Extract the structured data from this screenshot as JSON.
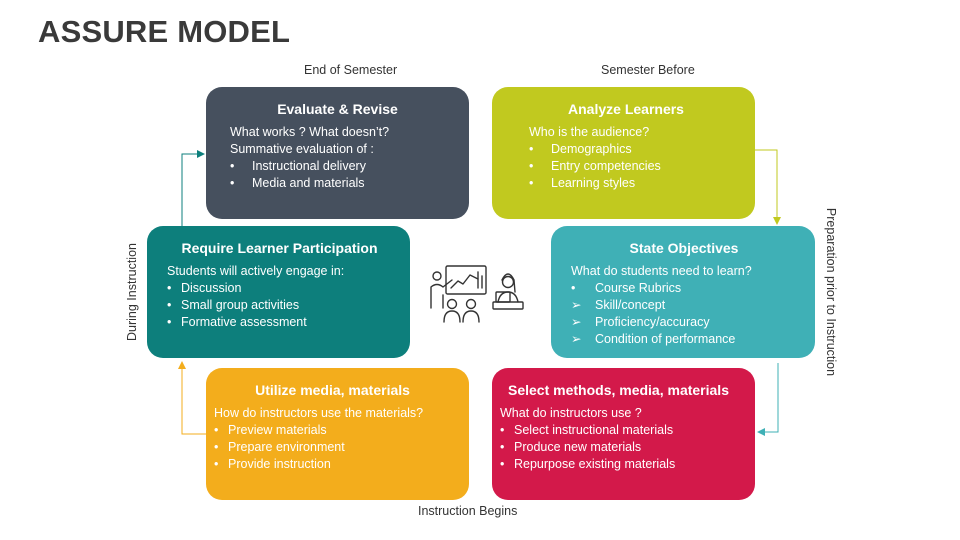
{
  "title": "ASSURE MODEL",
  "captions": {
    "top_left": "End of Semester",
    "top_right": "Semester Before",
    "bottom": "Instruction Begins",
    "left": "During Instruction",
    "right": "Preparation prior to  Instruction"
  },
  "boxes": {
    "evaluate": {
      "title": "Evaluate & Revise",
      "lines": [
        "What works ? What doesn’t?",
        "Summative evaluation of :"
      ],
      "items": [
        "Instructional delivery",
        "Media and materials"
      ],
      "color": "#46505e"
    },
    "analyze": {
      "title": "Analyze Learners",
      "lines": [
        "Who is the audience?"
      ],
      "items": [
        "Demographics",
        "Entry competencies",
        "Learning styles"
      ],
      "color": "#c1c91f"
    },
    "require": {
      "title": "Require Learner Participation",
      "lines": [
        "Students will actively engage in:"
      ],
      "items": [
        "Discussion",
        "Small group activities",
        "Formative assessment"
      ],
      "color": "#0d7f7c"
    },
    "state": {
      "title": "State Objectives",
      "lines": [
        "What do students need to learn?"
      ],
      "items": [
        "Course Rubrics",
        "Skill/concept",
        "Proficiency/accuracy",
        "Condition of performance"
      ],
      "color": "#3fb0b6"
    },
    "utilize": {
      "title": "Utilize media, materials",
      "lines": [
        "How do instructors use the materials?"
      ],
      "items": [
        "Preview materials",
        "Prepare environment",
        "Provide instruction"
      ],
      "color": "#f3ad1c"
    },
    "select": {
      "title": "Select methods, media, materials",
      "lines": [
        "What do instructors use ?"
      ],
      "items": [
        "Select instructional materials",
        "Produce new materials",
        "Repurpose existing materials"
      ],
      "color": "#d3194a"
    }
  },
  "icons": {
    "center": "classroom-teacher-icon"
  }
}
